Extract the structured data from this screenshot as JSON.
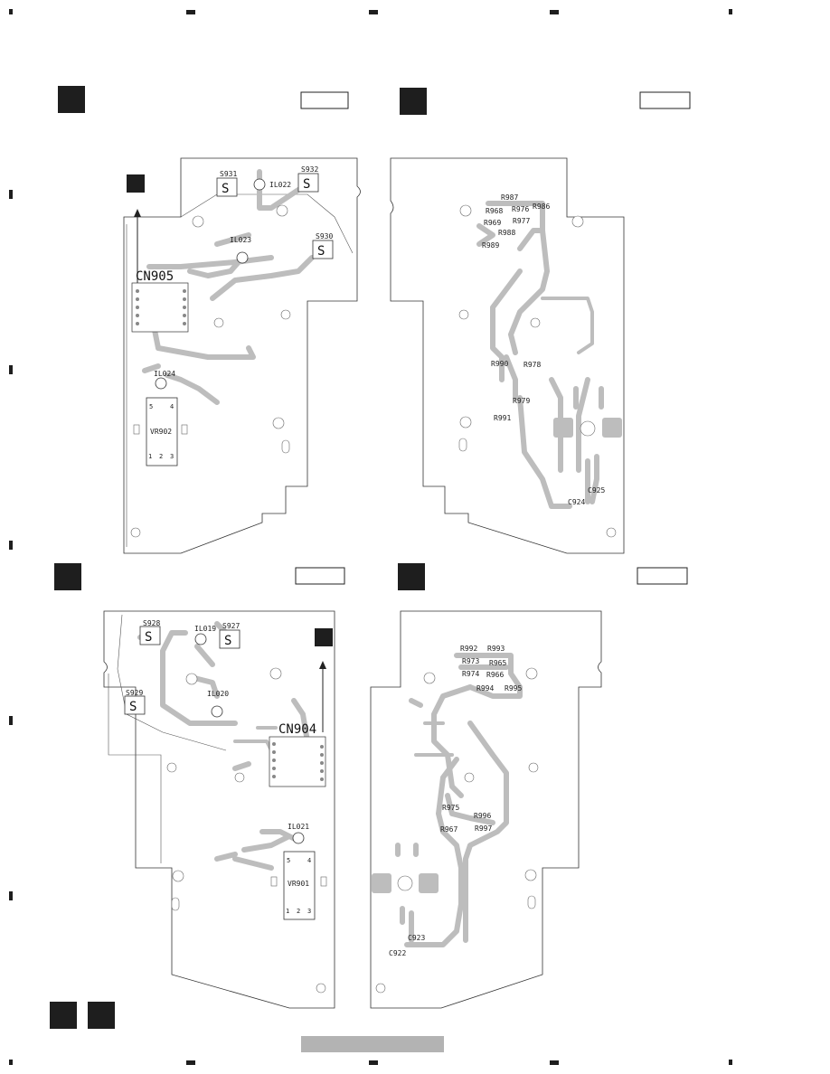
{
  "panels": {
    "top_left": {
      "connector": "CN905",
      "components": [
        "S931",
        "S932",
        "S930",
        "IL022",
        "IL023",
        "IL024",
        "VR902"
      ],
      "pins_top": [
        "5",
        "4"
      ],
      "pins_bottom": [
        "1",
        "2",
        "3"
      ]
    },
    "top_right": {
      "components": [
        "R987",
        "R968",
        "R976",
        "R986",
        "R969",
        "R977",
        "R988",
        "R989",
        "R990",
        "R978",
        "R979",
        "R991",
        "C924",
        "C925"
      ]
    },
    "bottom_left": {
      "connector": "CN904",
      "components": [
        "S928",
        "S927",
        "S929",
        "IL019",
        "IL020",
        "IL021",
        "VR901"
      ],
      "pins_top": [
        "5",
        "4"
      ],
      "pins_bottom": [
        "1",
        "2",
        "3"
      ]
    },
    "bottom_right": {
      "components": [
        "R992",
        "R993",
        "R973",
        "R965",
        "R974",
        "R966",
        "R994",
        "R995",
        "R975",
        "R996",
        "R967",
        "R997",
        "C923",
        "C922"
      ]
    }
  },
  "colors": {
    "trace": "#bdbdbd",
    "outline": "#333333",
    "marker": "#1e1e1e",
    "footer_bar": "#b3b3b3"
  }
}
